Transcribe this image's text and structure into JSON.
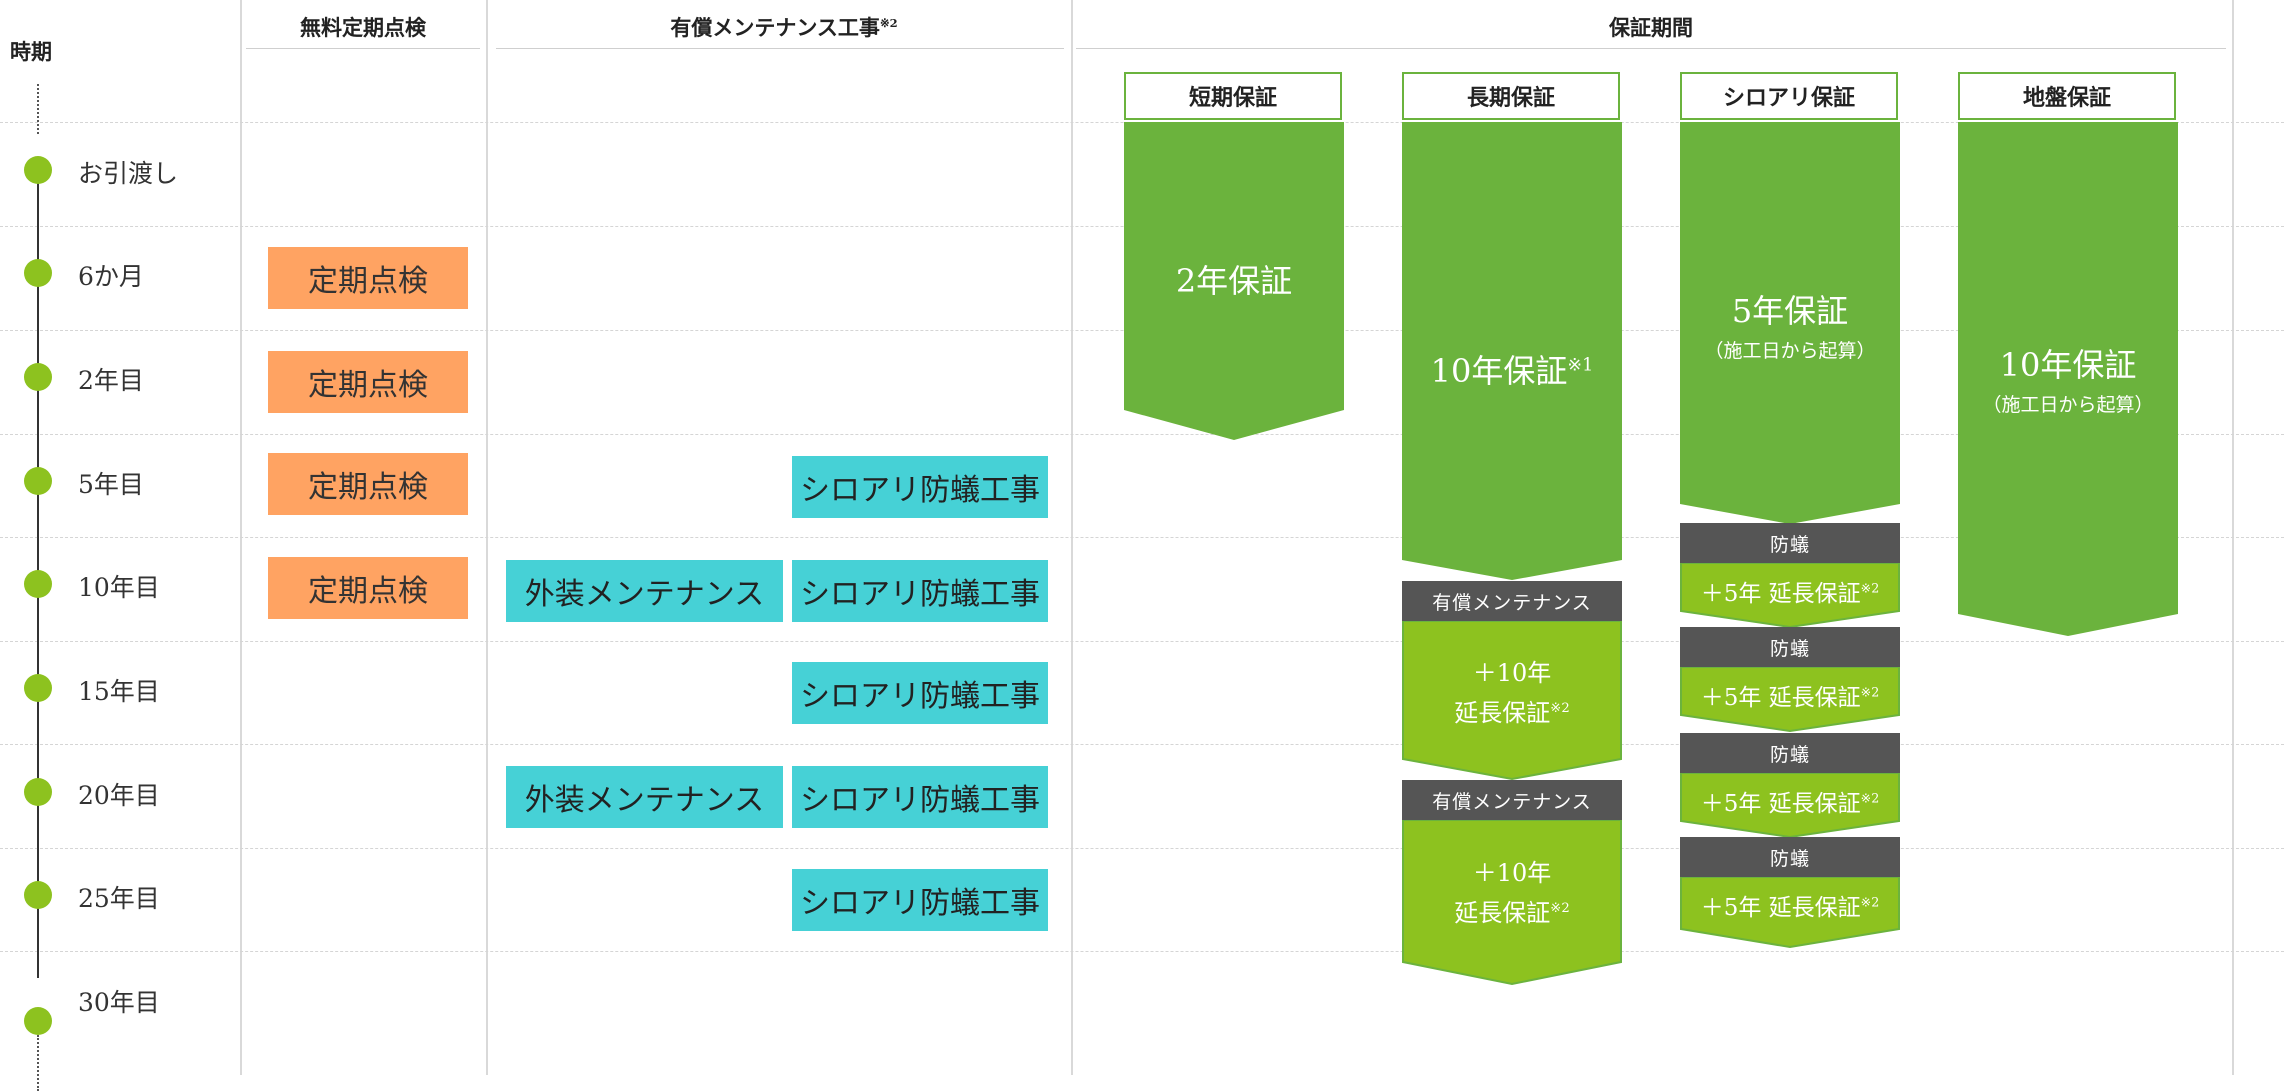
{
  "headers": {
    "period": "時期",
    "inspection": "無料定期点検",
    "maintenance": "有償メンテナンス工事",
    "maintenance_note": "※2",
    "warranty": "保証期間"
  },
  "periods": [
    "お引渡し",
    "6か月",
    "2年目",
    "5年目",
    "10年目",
    "15年目",
    "20年目",
    "25年目",
    "30年目"
  ],
  "inspection_label": "定期点検",
  "maintenance": {
    "exterior": "外装メンテナンス",
    "termite": "シロアリ防蟻工事"
  },
  "warranty_types": {
    "short": "短期保証",
    "long": "長期保証",
    "termite": "シロアリ保証",
    "ground": "地盤保証"
  },
  "warranty_text": {
    "short_main": "2年保証",
    "long_main": "10年保証",
    "long_note": "※1",
    "termite_main": "5年保証",
    "termite_sub": "（施工日から起算）",
    "ground_main": "10年保証",
    "ground_sub": "（施工日から起算）",
    "paid_maint": "有償メンテナンス",
    "long_ext_line1": "＋10年",
    "long_ext_line2": "延長保証",
    "ext_note": "※2",
    "boui": "防蟻",
    "termite_ext": "＋5年 延長保証"
  },
  "colors": {
    "green": "#6bb33d",
    "lime": "#8dc21f",
    "orange": "#ffa362",
    "cyan": "#46d1d6",
    "grey": "#555555"
  }
}
